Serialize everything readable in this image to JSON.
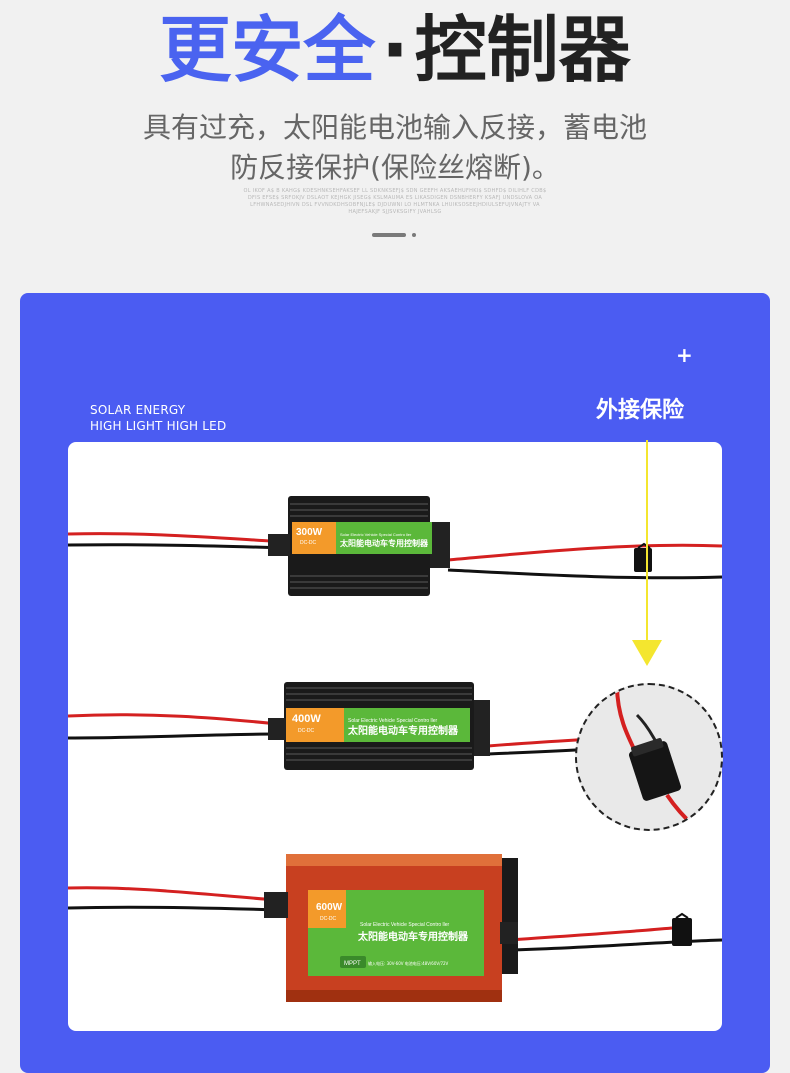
{
  "header": {
    "title_highlight": "更安全",
    "title_dot": "·",
    "title_rest": "控制器",
    "subtitle_line1": "具有过充，太阳能电池输入反接，蓄电池",
    "subtitle_line2": "防反接保护(保险丝熔断)。",
    "fine_print": "OL IKOF A$ B KAHG$ KDESHNKSEHFAKSEF LL SDKNKSEFJ$ SDN GEEFH AKSAEHUFHKI$ SDHFD$ DILIHLF CDB$ DFIS EFSE$ SRFOKJV DSLAOT KEJHGK JISEG$ KSLMAUMA ES LIKASDIGEN DSNBHERFY KSAFJ UNDSLOVA OA LFHWNASEDJHIVN DSL FVVNDKDHSOBFNJLE$ DJDUWNI LO HLMTNKA LHUIKSOSEEJHDIULSEFUJVNAJTY VA HAJEFSAKJF SJJSVKSGIFY JVAHLSG"
  },
  "pager": {
    "dots": 2,
    "active": 0
  },
  "panel": {
    "plus": "+",
    "brand_line1": "SOLAR ENERGY",
    "brand_line2": "HIGH LIGHT HIGH LED",
    "fuse_label": "外接保险"
  },
  "products": [
    {
      "wattage": "300W",
      "mode": "DC-DC",
      "en_name": "Solar Electric Vehicle Special Contro ller",
      "cn_name": "太阳能电动车专用控制器"
    },
    {
      "wattage": "400W",
      "mode": "DC-DC",
      "en_name": "Solar Electric Vehicle Special Contro ller",
      "cn_name": "太阳能电动车专用控制器"
    },
    {
      "wattage": "600W",
      "mode": "DC-DC",
      "en_name": "Solar Electric Vehicle Special Contro ller",
      "cn_name": "太阳能电动车专用控制器",
      "badge": "MPPT",
      "spec": "输入电压: 30V-60V  电池电压:48V/60V/72V"
    }
  ],
  "colors": {
    "accent": "#4a63f0",
    "panel": "#4b5cf2",
    "guide": "#f4e62f",
    "label_orange": "#f39a2a",
    "label_green": "#5bb83a",
    "wire_red": "#d42020",
    "case_red": "#c84020"
  }
}
